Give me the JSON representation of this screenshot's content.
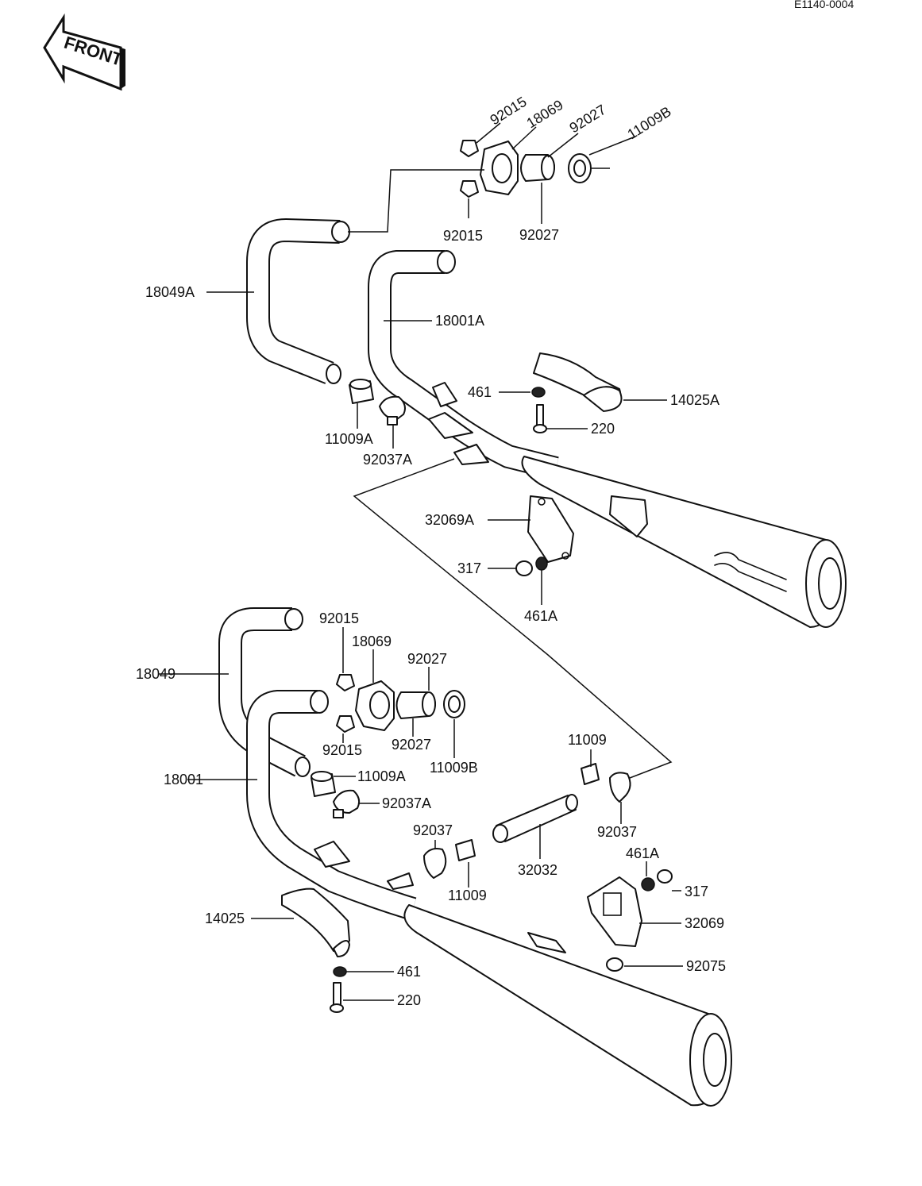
{
  "ref_code": "E1140-0004",
  "direction_arrow": "FRONT",
  "labels": {
    "top_92015_upper": "92015",
    "top_18069": "18069",
    "top_92027_upper": "92027",
    "top_11009B": "11009B",
    "top_92015_lower": "92015",
    "top_92027_lower": "92027",
    "top_18049A": "18049A",
    "top_18001A": "18001A",
    "top_461": "461",
    "top_14025A": "14025A",
    "top_220": "220",
    "top_11009A": "11009A",
    "top_92037A": "92037A",
    "top_32069A": "32069A",
    "top_317": "317",
    "top_461A": "461A",
    "bot_92015_upper": "92015",
    "bot_18069": "18069",
    "bot_92027_upper": "92027",
    "bot_18049": "18049",
    "bot_92015_lower": "92015",
    "bot_92027_lower": "92027",
    "bot_11009B": "11009B",
    "bot_11009A": "11009A",
    "bot_18001": "18001",
    "bot_92037A": "92037A",
    "bot_11009_right": "11009",
    "bot_92037_right": "92037",
    "bot_92037_left": "92037",
    "bot_32032": "32032",
    "bot_11009_left": "11009",
    "bot_461A": "461A",
    "bot_317": "317",
    "bot_14025": "14025",
    "bot_32069": "32069",
    "bot_461": "461",
    "bot_92075": "92075",
    "bot_220": "220"
  }
}
